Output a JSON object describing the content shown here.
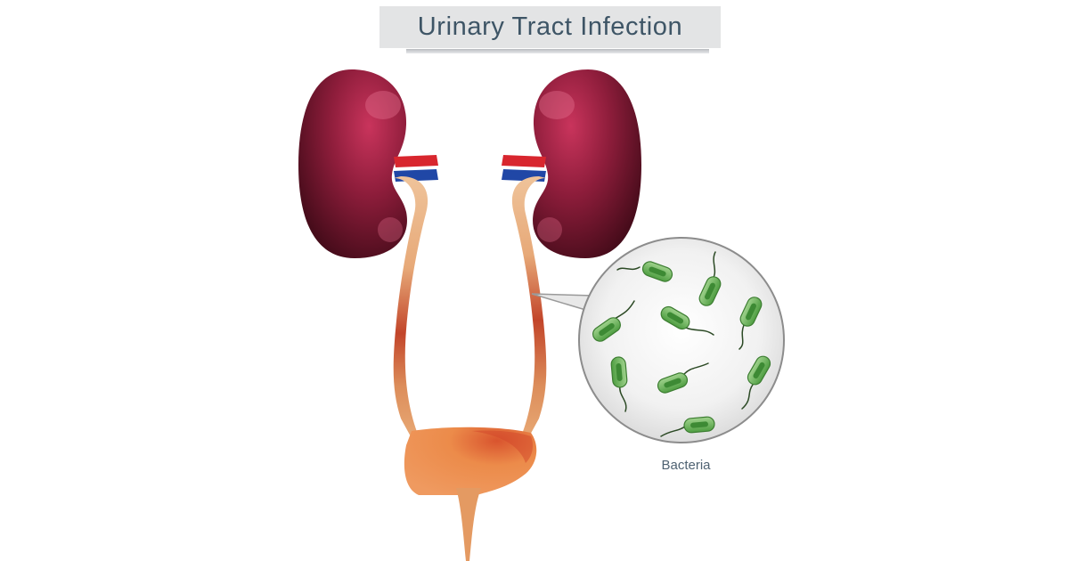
{
  "title": "Urinary Tract Infection",
  "labels": {
    "bacteria": "Bacteria"
  },
  "structures": {
    "left_kidney": "kidney",
    "right_kidney": "kidney",
    "left_ureter": "ureter",
    "right_ureter": "ureter",
    "bladder": "bladder",
    "urethra": "urethra",
    "magnifier": "bacteria magnified view"
  },
  "colors": {
    "kidney_dark": "#4a0d1c",
    "kidney_light": "#c8325a",
    "artery": "#d8262e",
    "vein": "#1f4aa8",
    "ureter": "#e8b082",
    "ureter_infected": "#c04a2a",
    "bladder": "#ec8d4c",
    "bacteria": "#6bb857",
    "bacteria_dark": "#3f8a34",
    "title_bg": "#e3e4e5",
    "title_text": "#3e5566"
  }
}
